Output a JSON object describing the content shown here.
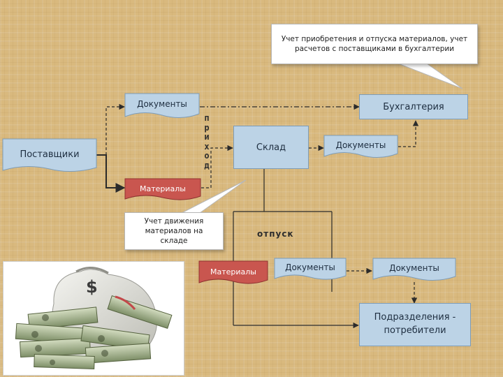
{
  "callouts": {
    "top_note": "Учет приобретения и отпуска материалов, учет расчетов с поставщиками в бухгалтерии",
    "warehouse_note": "Учет движения материалов на складе"
  },
  "nodes": {
    "suppliers": "Поставщики",
    "documents_top": "Документы",
    "materials_top": "Материалы",
    "accounting": "Бухгалтерия",
    "warehouse": "Склад",
    "documents_right": "Документы",
    "materials_bottom": "Материалы",
    "documents_bottom_mid": "Документы",
    "documents_bottom_right": "Документы",
    "departments": "Подразделения - потребители"
  },
  "labels": {
    "prihod": "п\nр\nи\nх\nо\nд",
    "otpusk": "отпуск"
  },
  "image": {
    "money_bag_symbol": "$"
  },
  "colors": {
    "background": "#d9b97e",
    "box_blue": "#bcd3e6",
    "box_red": "#c9564f"
  }
}
